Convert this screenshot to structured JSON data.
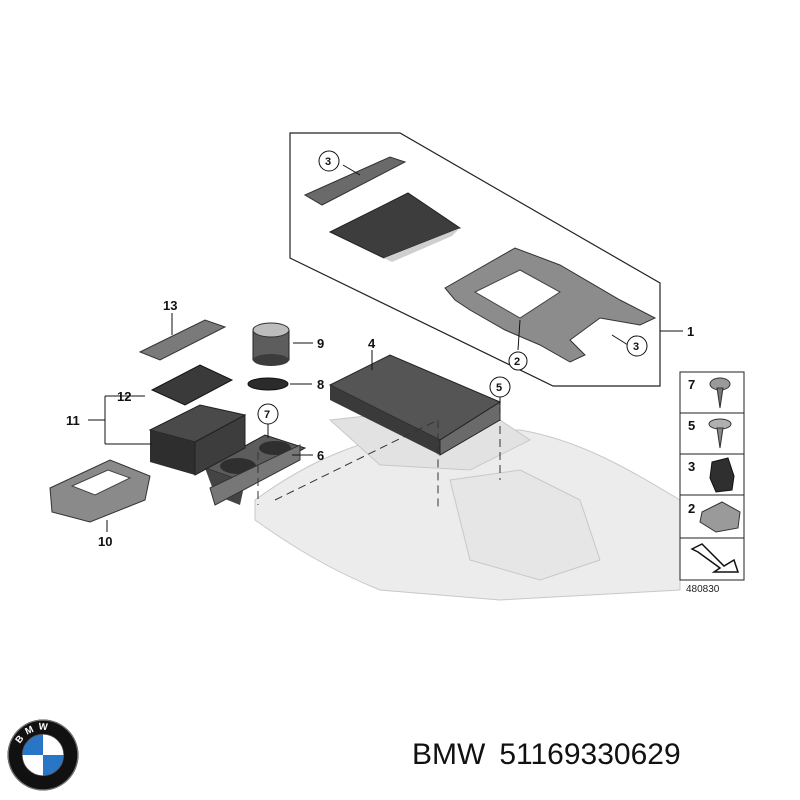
{
  "diagram": {
    "labels": {
      "item_1": "1",
      "item_2": "2",
      "item_3_top": "3",
      "item_3_right": "3",
      "item_4": "4",
      "item_5": "5",
      "item_6": "6",
      "item_7": "7",
      "item_8": "8",
      "item_9": "9",
      "item_10": "10",
      "item_11": "11",
      "item_12": "12",
      "item_13": "13"
    },
    "legend": {
      "rows": [
        "7",
        "5",
        "3",
        "2"
      ],
      "reference_number": "480830"
    }
  },
  "caption": {
    "brand": "BMW",
    "part_number": "51169330629"
  },
  "logo": {
    "letters": [
      "B",
      "M",
      "W"
    ],
    "colors": {
      "blue": "#2a76c6",
      "white": "#ffffff",
      "ring": "#111111"
    }
  }
}
